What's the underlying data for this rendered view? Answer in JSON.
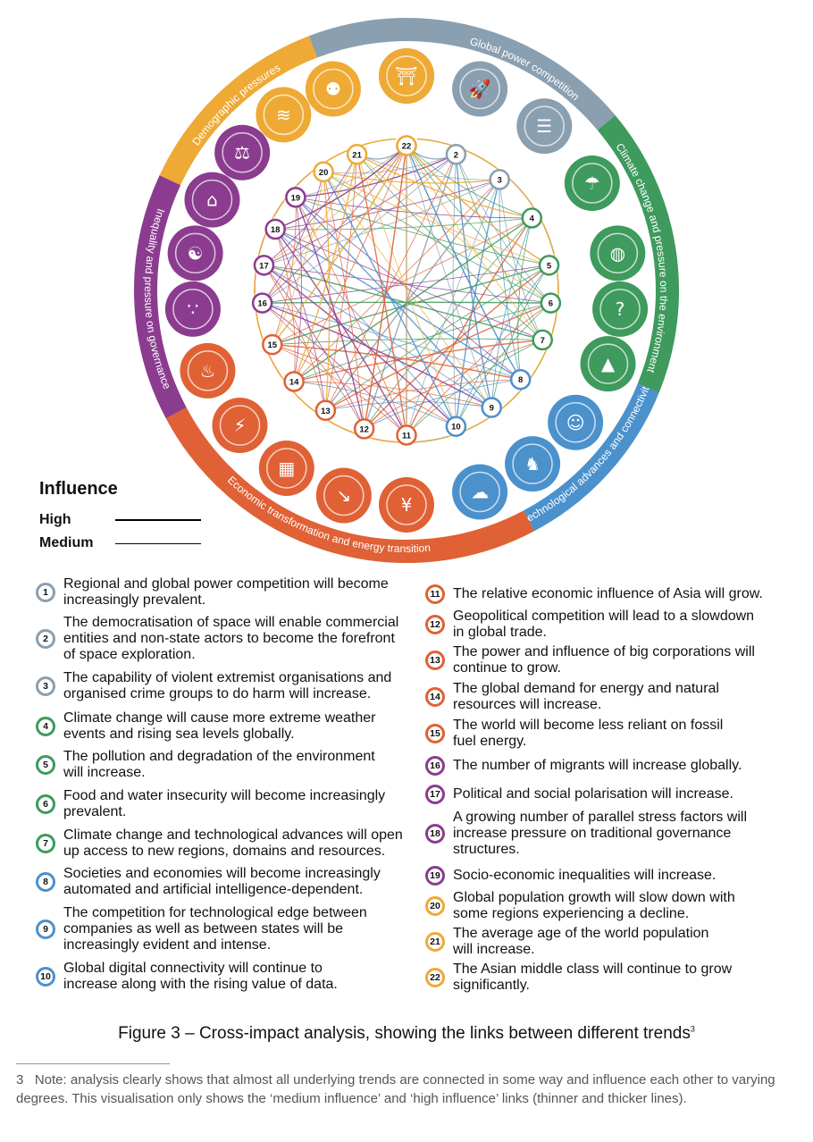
{
  "colors": {
    "gray": "#8a9fb0",
    "green": "#3e9a5d",
    "blue": "#4b91cc",
    "orange": "#e06135",
    "purple": "#8b3c8f",
    "yellow": "#eeaa35"
  },
  "categories": [
    {
      "label": "Global power competition",
      "color": "gray"
    },
    {
      "label": "Climate change and pressure on the environment",
      "color": "green"
    },
    {
      "label": "Technological advances and connectivity",
      "color": "blue"
    },
    {
      "label": "Economic transformation and energy transition",
      "color": "orange"
    },
    {
      "label": "Inequality and pressure on governance",
      "color": "purple"
    },
    {
      "label": "Demographic pressures",
      "color": "yellow"
    }
  ],
  "legend": {
    "title": "Influence",
    "high": "High",
    "medium": "Medium"
  },
  "trends": [
    {
      "n": "1",
      "color": "gray",
      "icon": "target-icon",
      "text": "Regional and global power competition will become\nincreasingly prevalent."
    },
    {
      "n": "2",
      "color": "gray",
      "icon": "rocket-icon",
      "text": "The democratisation of space will enable commercial\nentities and non-state actors to become the forefront\nof space exploration."
    },
    {
      "n": "3",
      "color": "gray",
      "icon": "fingerprint-icon",
      "text": "The capability of violent extremist organisations and\norganised crime groups to do harm will increase."
    },
    {
      "n": "4",
      "color": "green",
      "icon": "weather-icon",
      "text": "Climate change will cause more extreme weather\nevents and rising sea levels globally."
    },
    {
      "n": "5",
      "color": "green",
      "icon": "polluted-globe-icon",
      "text": "The pollution and degradation of the environment\nwill increase."
    },
    {
      "n": "6",
      "color": "green",
      "icon": "food-insecurity-icon",
      "text": "Food and water insecurity will become increasingly\nprevalent."
    },
    {
      "n": "7",
      "color": "green",
      "icon": "iceberg-icon",
      "text": "Climate change and technological advances will open\nup access to new regions, domains and resources."
    },
    {
      "n": "8",
      "color": "blue",
      "icon": "robot-icon",
      "text": "Societies and economies will become increasingly\nautomated and artificial intelligence-dependent."
    },
    {
      "n": "9",
      "color": "blue",
      "icon": "chess-circuit-icon",
      "text": "The competition for technological edge between\ncompanies as well as between states will be\nincreasingly evident and intense."
    },
    {
      "n": "10",
      "color": "blue",
      "icon": "cloud-globe-icon",
      "text": "Global digital connectivity will continue to\nincrease along with the rising value of data."
    },
    {
      "n": "11",
      "color": "orange",
      "icon": "yen-coin-icon",
      "text": "The relative economic influence of Asia will grow."
    },
    {
      "n": "12",
      "color": "orange",
      "icon": "declining-chart-icon",
      "text": "Geopolitical competition will lead to a slowdown\nin global trade."
    },
    {
      "n": "13",
      "color": "orange",
      "icon": "corporate-buildings-icon",
      "text": "The power and influence of big corporations will\ncontinue to grow."
    },
    {
      "n": "14",
      "color": "orange",
      "icon": "energy-hands-icon",
      "text": "The global demand for energy and natural\nresources will increase."
    },
    {
      "n": "15",
      "color": "orange",
      "icon": "plug-leaf-icon",
      "text": "The world will become less reliant on fossil\nfuel energy."
    },
    {
      "n": "16",
      "color": "purple",
      "icon": "footprints-icon",
      "text": "The number of migrants will increase globally."
    },
    {
      "n": "17",
      "color": "purple",
      "icon": "opposing-faces-icon",
      "text": "Political and social polarisation will increase."
    },
    {
      "n": "18",
      "color": "purple",
      "icon": "capitol-lightning-icon",
      "text": "A growing number of parallel stress factors will\nincrease pressure on traditional governance\nstructures."
    },
    {
      "n": "19",
      "color": "purple",
      "icon": "scales-icon",
      "text": "Socio-economic inequalities will increase."
    },
    {
      "n": "20",
      "color": "yellow",
      "icon": "population-decline-icon",
      "text": "Global population growth will slow down with\nsome regions experiencing a decline."
    },
    {
      "n": "21",
      "color": "yellow",
      "icon": "elderly-couple-icon",
      "text": "The average age of the world population\nwill increase."
    },
    {
      "n": "22",
      "color": "yellow",
      "icon": "temple-icon",
      "text": "The Asian middle class will continue to grow\nsignificantly."
    }
  ],
  "caption": {
    "text": "Figure 3 – Cross-impact analysis, showing the links between different trends",
    "ref": "3"
  },
  "footnote": "3   Note: analysis clearly shows that almost all underlying trends are connected in some way and influence each other to varying degrees. This visualisation only shows the ‘medium influence’ and ‘high influence’ links (thinner and thicker lines)."
}
